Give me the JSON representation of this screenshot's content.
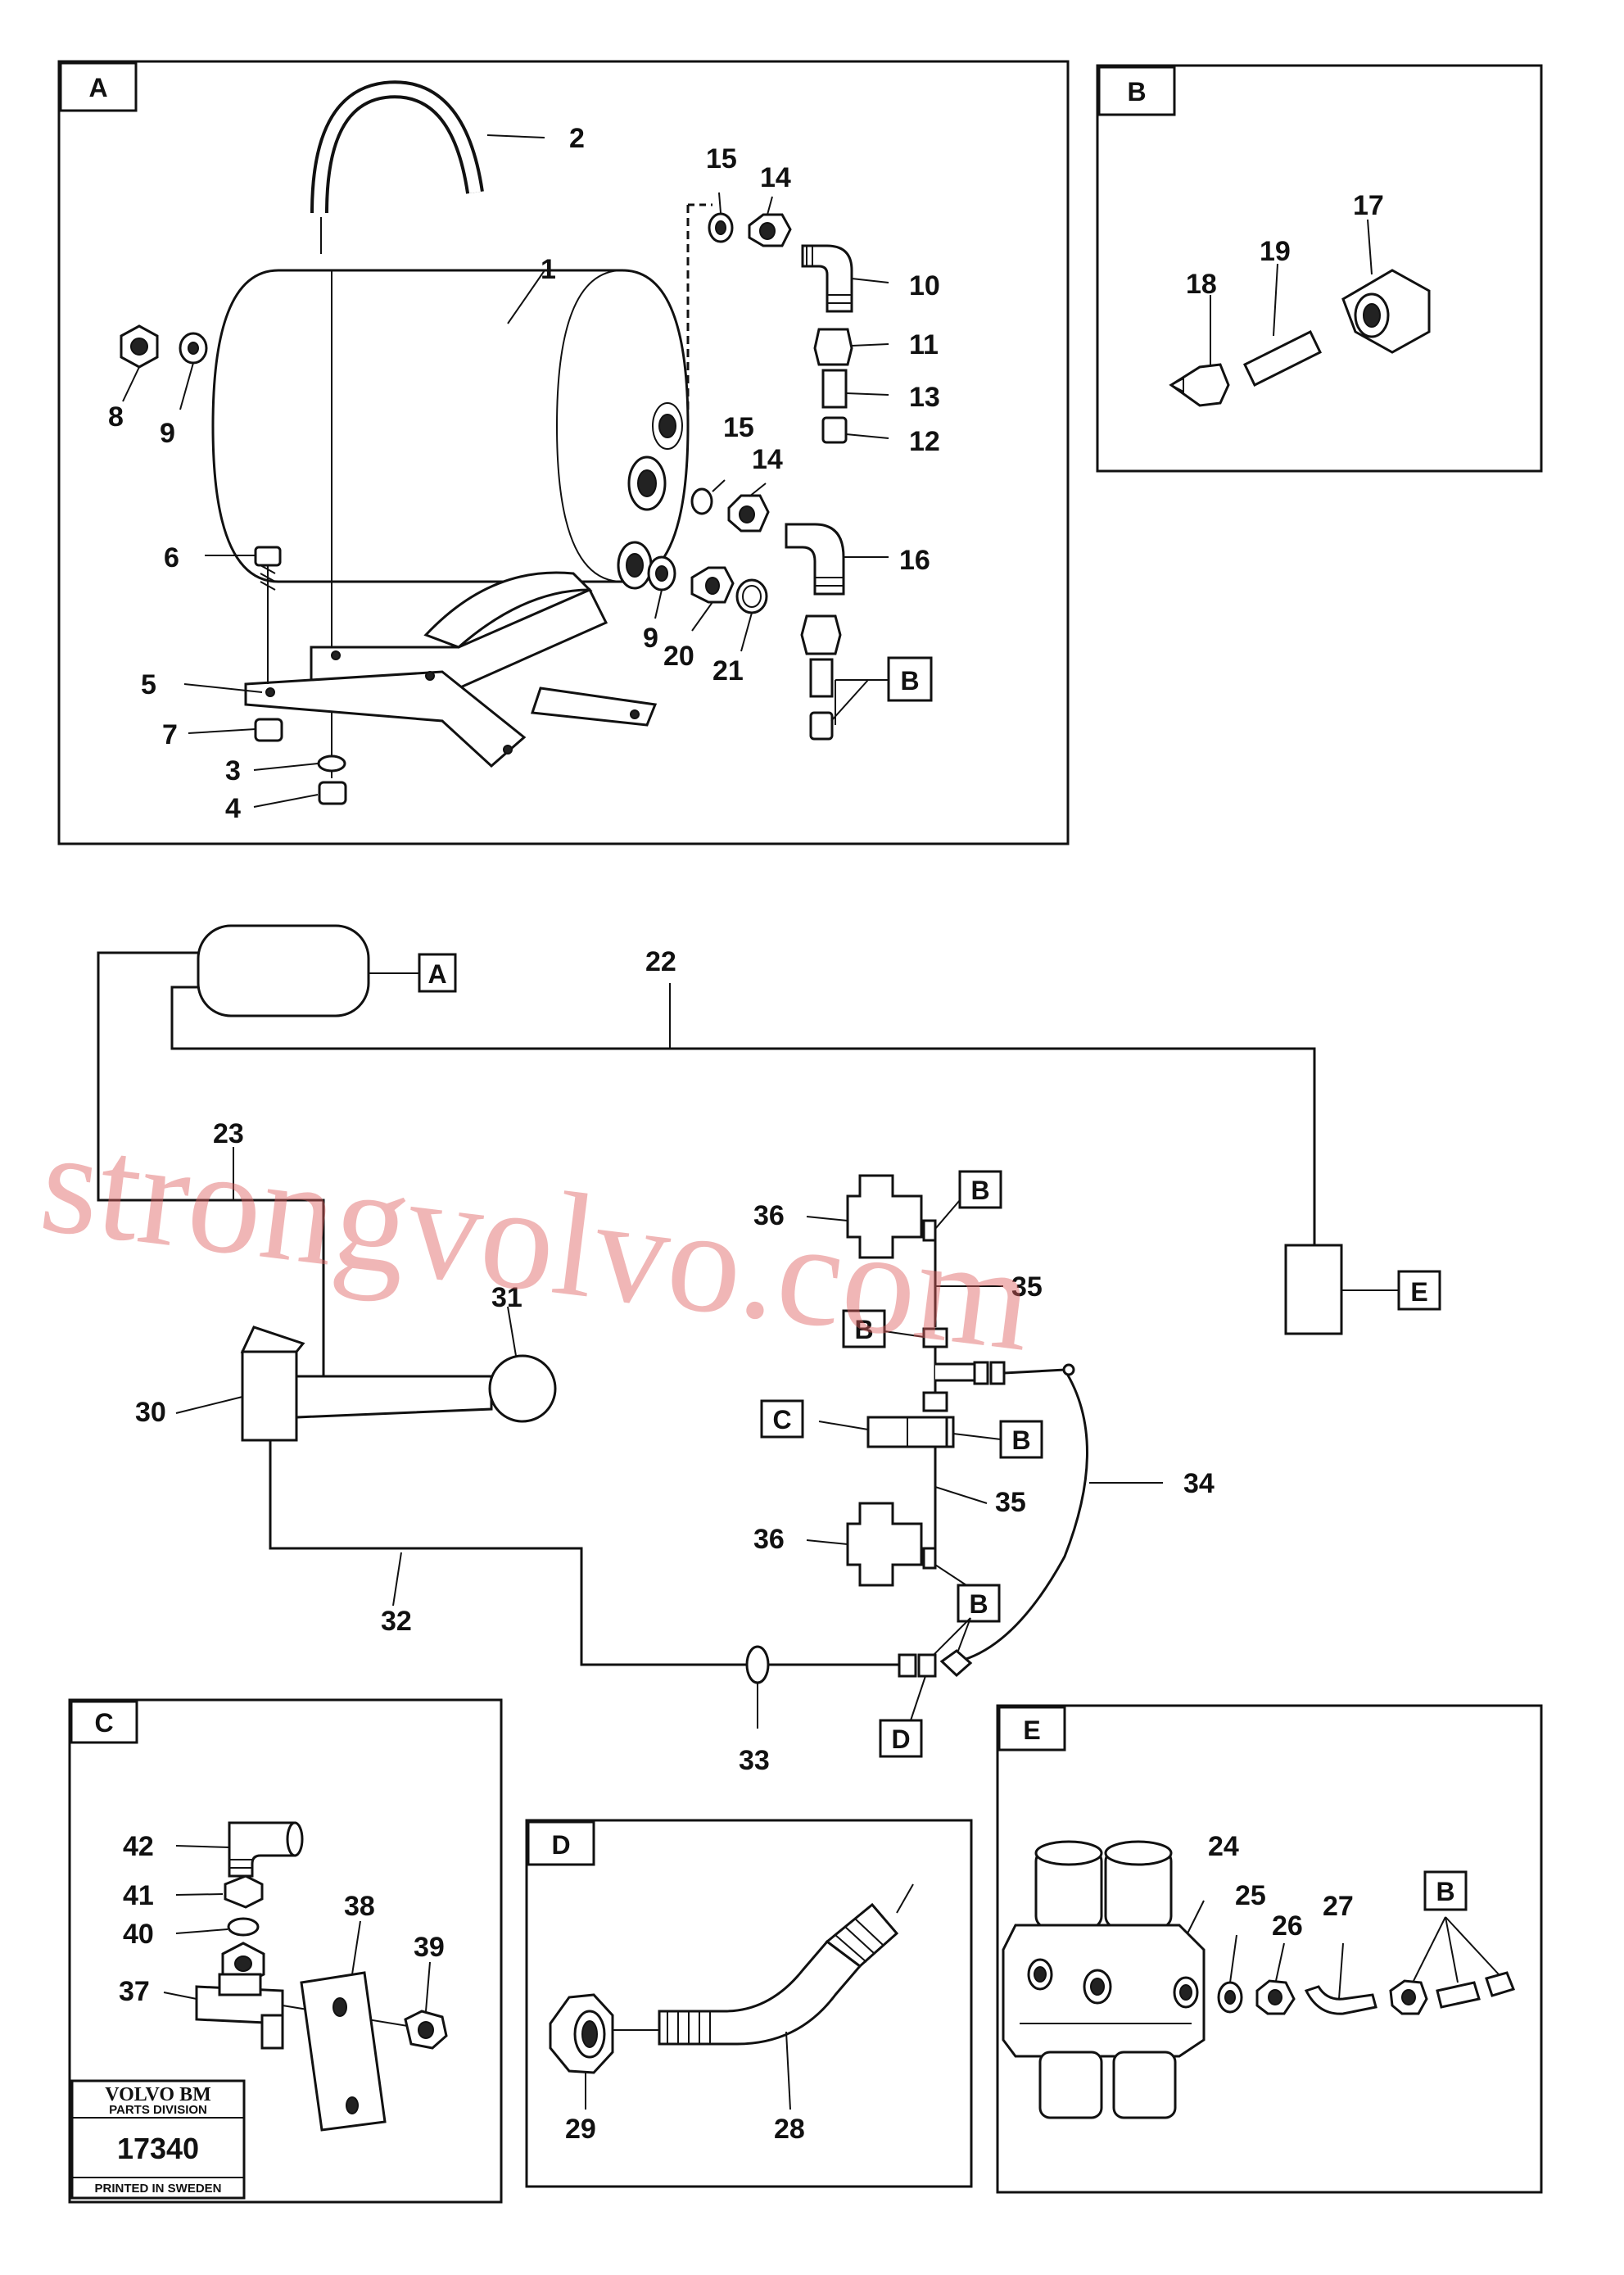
{
  "panels": {
    "A": "A",
    "B": "B",
    "C": "C",
    "D": "D",
    "E": "E"
  },
  "callouts": {
    "n1": "1",
    "n2": "2",
    "n3": "3",
    "n4": "4",
    "n5": "5",
    "n6": "6",
    "n7": "7",
    "n8": "8",
    "n9a": "9",
    "n9b": "9",
    "n10": "10",
    "n11": "11",
    "n12": "12",
    "n13": "13",
    "n14a": "14",
    "n14b": "14",
    "n15a": "15",
    "n15b": "15",
    "n16": "16",
    "n17": "17",
    "n18": "18",
    "n19": "19",
    "n20": "20",
    "n21": "21",
    "n22": "22",
    "n23": "23",
    "n24": "24",
    "n25": "25",
    "n26": "26",
    "n27": "27",
    "n28": "28",
    "n29": "29",
    "n30": "30",
    "n31": "31",
    "n32": "32",
    "n33": "33",
    "n34": "34",
    "n35a": "35",
    "n35b": "35",
    "n36a": "36",
    "n36b": "36",
    "n37": "37",
    "n38": "38",
    "n39": "39",
    "n40": "40",
    "n41": "41",
    "n42": "42"
  },
  "refs": {
    "b_in_A": "B",
    "A_ref": "A",
    "E_ref": "E",
    "C_ref": "C",
    "D_ref": "D",
    "B1": "B",
    "B2": "B",
    "B3": "B",
    "B4": "B",
    "B5": "B"
  },
  "stamp": {
    "brand": "VOLVO BM",
    "division": "PARTS DIVISION",
    "number": "17340",
    "printed": "PRINTED IN SWEDEN"
  },
  "watermark": "strongvolvo.com"
}
